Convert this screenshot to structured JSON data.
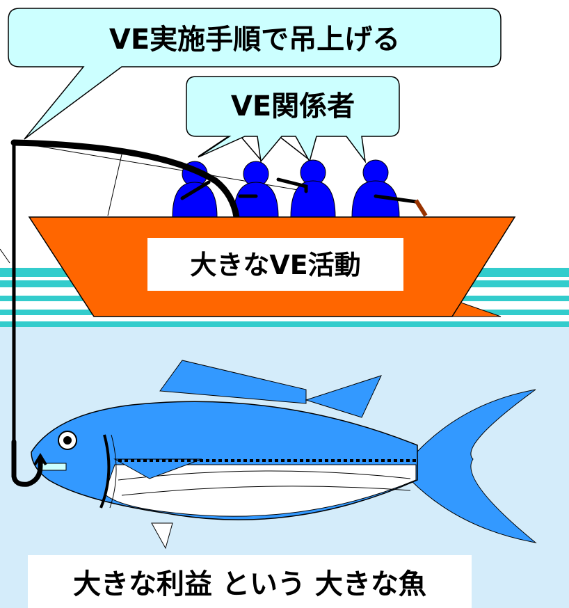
{
  "bubble_top": {
    "text": "VE実施手順で吊上げる"
  },
  "bubble_people": {
    "text": "VE関係者"
  },
  "boat": {
    "text": "大きなVE活動"
  },
  "caption": {
    "text": "大きな利益 という 大きな魚"
  },
  "colors": {
    "sky": "#ffffff",
    "water": "#d4ecfa",
    "waves": "#33cccc",
    "boat": "#ff6600",
    "bubble": "#ccffff",
    "people": "#0000ff",
    "fish": "#3399ff",
    "fish_belly": "#ffffff",
    "line": "#000000"
  },
  "icons": [
    "speech-bubble",
    "person-icon",
    "boat",
    "fish",
    "fishing-rod",
    "hook"
  ]
}
